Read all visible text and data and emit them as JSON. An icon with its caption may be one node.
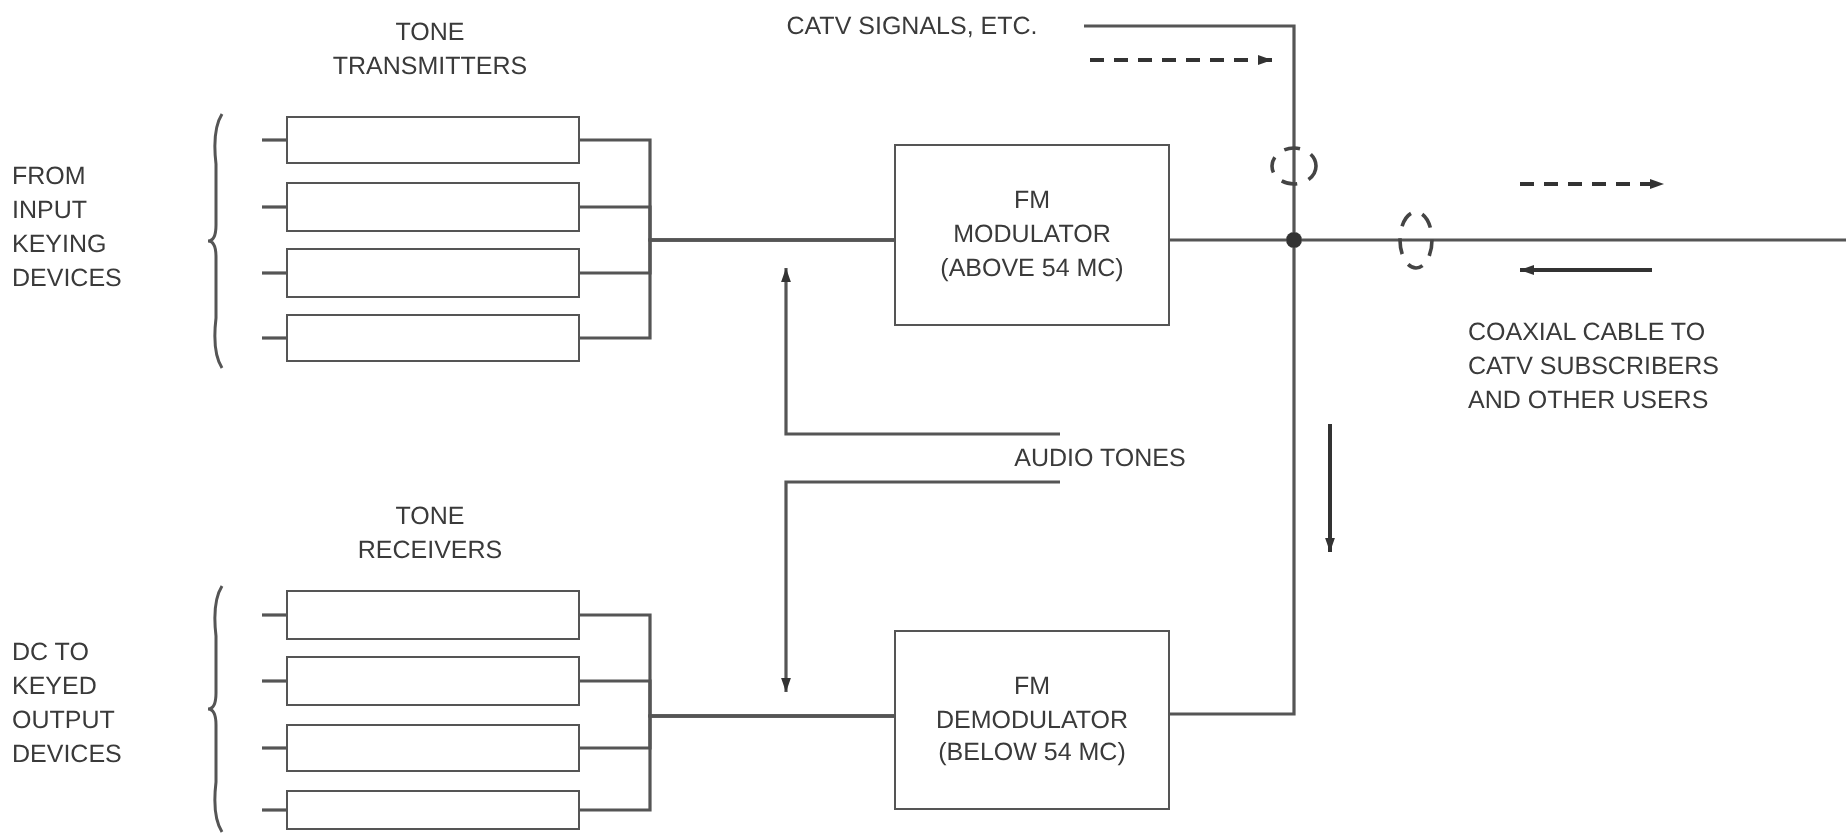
{
  "diagram": {
    "nodes": [
      {
        "text": [],
        "shape": "box"
      },
      {
        "text": [],
        "shape": "box"
      },
      {
        "text": [],
        "shape": "box"
      },
      {
        "text": [],
        "shape": "box"
      },
      {
        "text": [
          "FM",
          "MODULATOR (ABOVE 54 MC)"
        ]
      },
      {
        "text": [
          "CATV SIGNALS, ETC."
        ]
      },
      {
        "text": [],
        "shape": "circle"
      },
      {
        "text": [
          "AUDIO TONES"
        ]
      },
      {
        "text": [],
        "shape": "box"
      },
      {
        "text": [],
        "shape": "box"
      },
      {
        "text": [],
        "shape": "box"
      },
      {
        "text": [],
        "shape": "box"
      },
      {
        "text": [
          "FM",
          "DEMODULATOR (BELOW 54 MC)"
        ]
      }
    ],
    "edges": [
      {
        "from": null,
        "to": 0,
        "arrow": "none"
      },
      {
        "from": null,
        "to": 1,
        "arrow": "none"
      },
      {
        "from": null,
        "to": 2,
        "arrow": "none"
      },
      {
        "from": null,
        "to": 3,
        "arrow": "none"
      },
      {
        "from": 0,
        "to": 4,
        "arrow": "none"
      },
      {
        "from": 1,
        "to": 4,
        "arrow": "none"
      },
      {
        "from": 2,
        "to": 4,
        "arrow": "none"
      },
      {
        "from": 3,
        "to": 4,
        "arrow": "none"
      },
      {
        "from": 4,
        "to": 6,
        "arrow": "none"
      },
      {
        "from": 5,
        "to": 6,
        "arrow": "none"
      },
      {
        "from": 6,
        "to": null,
        "arrow": "none"
      },
      {
        "from": 6,
        "to": 12,
        "arrow": "none"
      },
      {
        "from": 7,
        "to": null,
        "arrow": "to"
      },
      {
        "from": 7,
        "to": null,
        "arrow": "to"
      },
      {
        "from": 12,
        "to": 8,
        "arrow": "none"
      },
      {
        "from": 12,
        "to": 9,
        "arrow": "none"
      },
      {
        "from": 12,
        "to": 10,
        "arrow": "none"
      },
      {
        "from": 12,
        "to": 11,
        "arrow": "none"
      },
      {
        "from": null,
        "to": 8,
        "arrow": "none"
      },
      {
        "from": null,
        "to": 9,
        "arrow": "none"
      },
      {
        "from": null,
        "to": 10,
        "arrow": "none"
      },
      {
        "from": null,
        "to": 11,
        "arrow": "none"
      }
    ],
    "labels": [
      "TONE TRANSMITTERS",
      "FROM INPUT KEYING DEVICES",
      "COAXIAL CABLE TO CATV SUBSCRIBERS AND OTHER USERS",
      "TONE RECEIVERS",
      "DC TO KEYED OUTPUT DEVICES"
    ]
  }
}
